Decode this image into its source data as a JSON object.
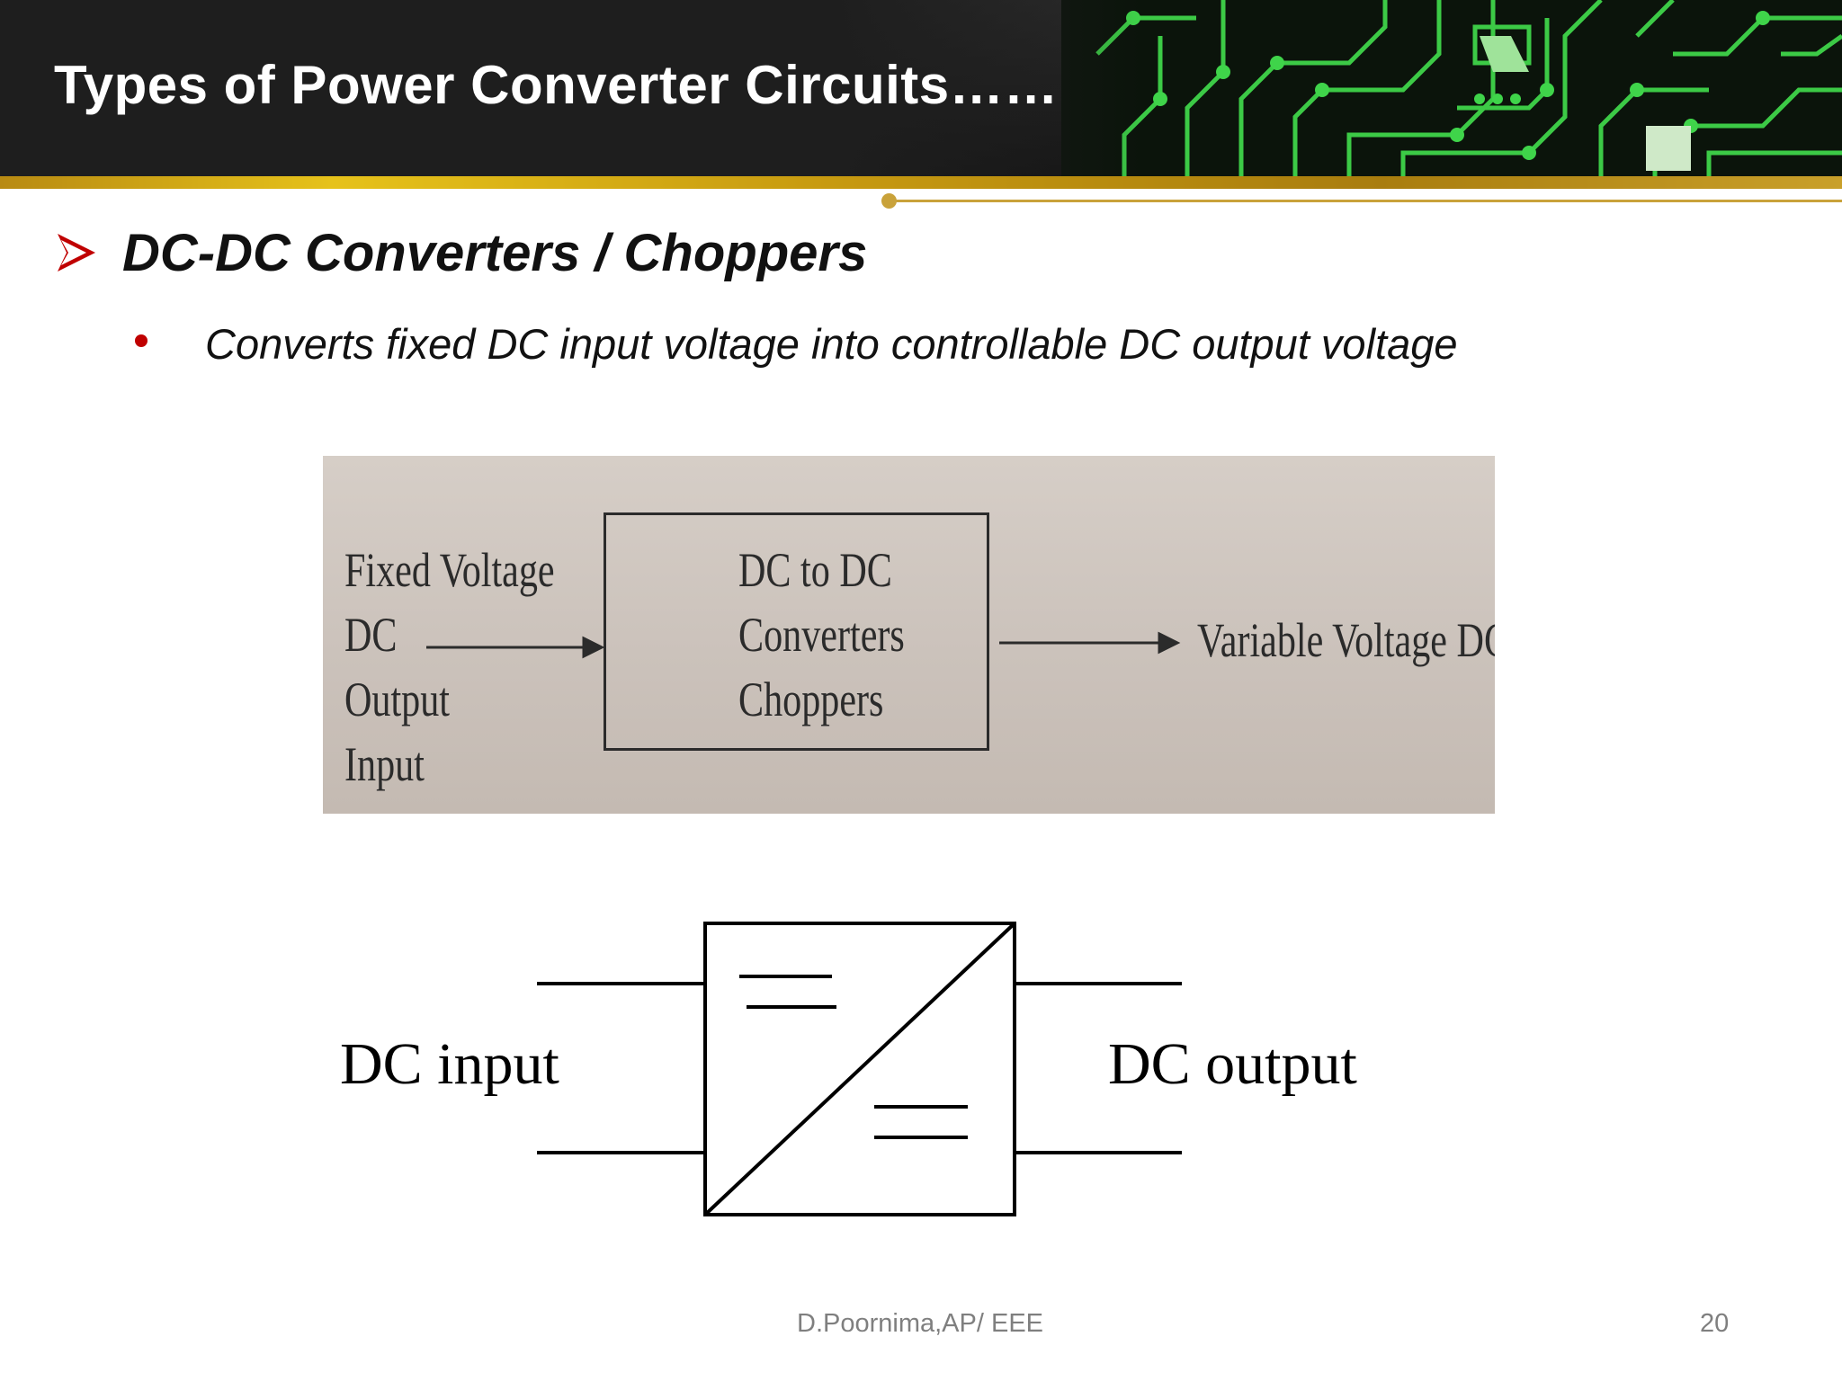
{
  "slide": {
    "title": "Types of Power Converter Circuits……",
    "heading": "DC-DC Converters / Choppers",
    "bullet": "Converts fixed DC input voltage into controllable DC output voltage",
    "colors": {
      "header_bg": "#1e1e1e",
      "circuit_green": "#3fd44a",
      "gold": "#c9a23a",
      "bullet_red": "#c00000"
    }
  },
  "block_diagram_photo": {
    "input_label_lines": [
      "Fixed Voltage",
      "DC",
      "Output",
      "Input"
    ],
    "box_label_lines": [
      "DC to DC",
      "Converters",
      "Choppers"
    ],
    "output_label": "Variable Voltage DC"
  },
  "schematic": {
    "input_label": "DC input",
    "output_label": "DC output"
  },
  "footer": {
    "author": "D.Poornima,AP/ EEE",
    "page_number": "20"
  }
}
